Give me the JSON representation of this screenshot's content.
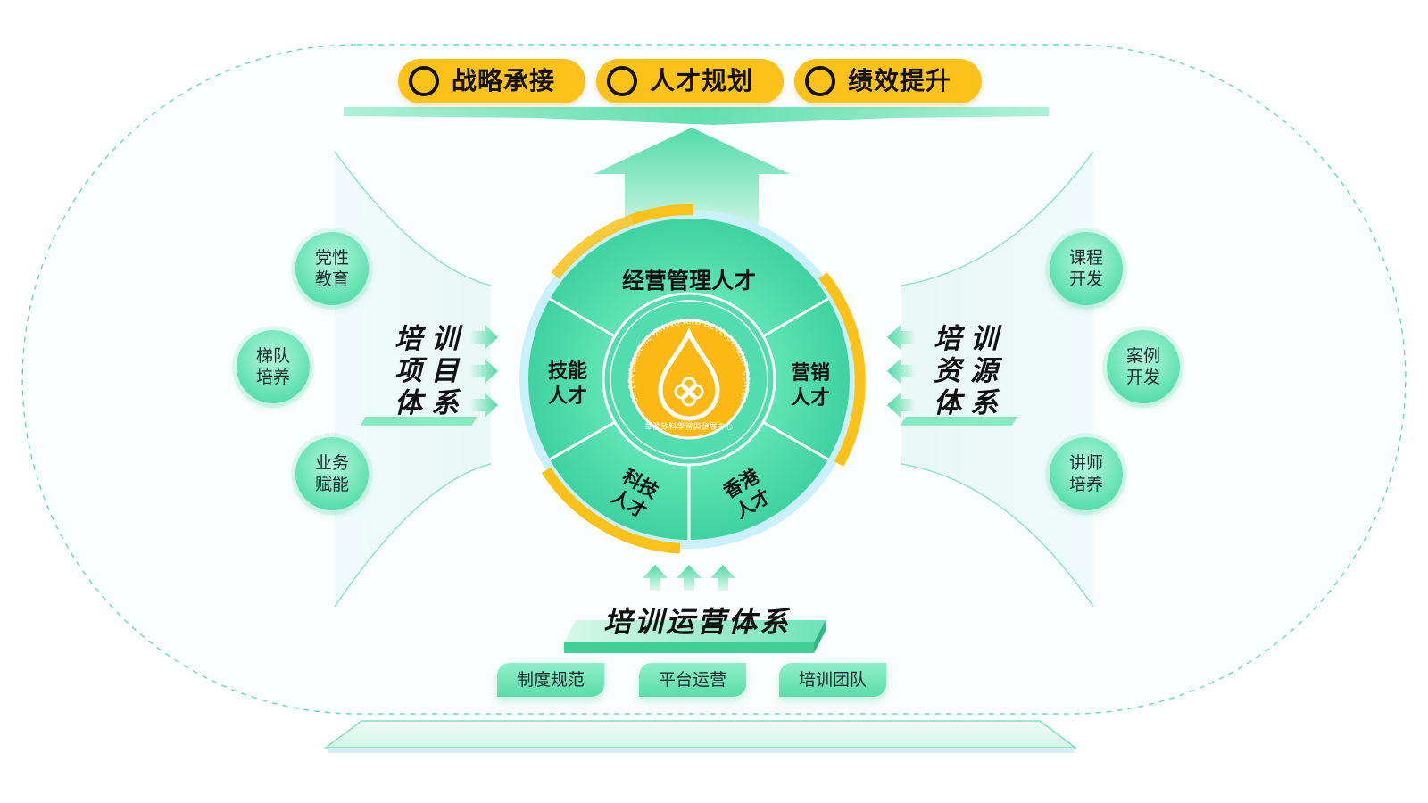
{
  "goals": [
    "战略承接",
    "人才规划",
    "绩效提升"
  ],
  "center": {
    "top_segment": "经营管理人才",
    "left_segment": [
      "技能",
      "人才"
    ],
    "right_segment": [
      "营销",
      "人才"
    ],
    "bottom_left_segment": [
      "科技",
      "人才"
    ],
    "bottom_right_segment": [
      "香港",
      "人才"
    ],
    "logo_text_en": "CR BEVERAGE LEARNING AND DEVELOPMENT CENTER",
    "logo_text_cn": "華潤飲料學習與發展中心"
  },
  "left_system": {
    "title_lines": [
      "培训",
      "项目",
      "体系"
    ],
    "bubbles": [
      [
        "党性",
        "教育"
      ],
      [
        "梯队",
        "培养"
      ],
      [
        "业务",
        "赋能"
      ]
    ]
  },
  "right_system": {
    "title_lines": [
      "培训",
      "资源",
      "体系"
    ],
    "bubbles": [
      [
        "课程",
        "开发"
      ],
      [
        "案例",
        "开发"
      ],
      [
        "讲师",
        "培养"
      ]
    ]
  },
  "operations": {
    "title": "培训运营体系",
    "tags": [
      "制度规范",
      "平台运营",
      "培训团队"
    ]
  },
  "colors": {
    "accent_green": "#4fdcaa",
    "accent_yellow": "#fcc21a"
  }
}
